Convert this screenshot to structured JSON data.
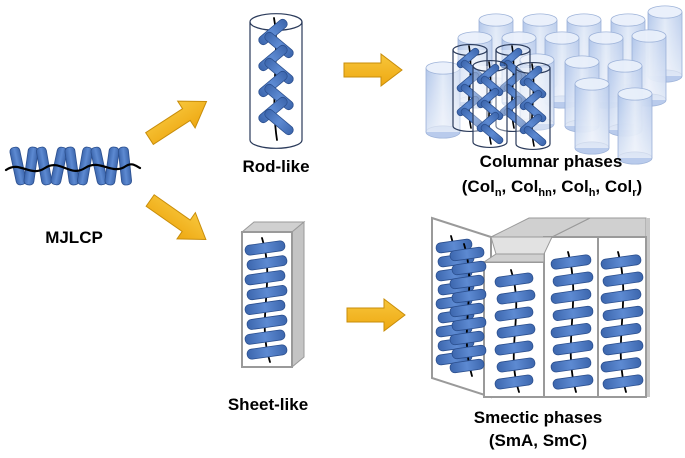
{
  "labels": {
    "mjlcp": "MJLCP",
    "rod_like": "Rod-like",
    "sheet_like": "Sheet-like",
    "columnar_title": "Columnar phases",
    "columnar_open": "(Col",
    "columnar_sub1": "n",
    "columnar_sep1": ", Col",
    "columnar_sub2": "hn",
    "columnar_sep2": ", Col",
    "columnar_sub3": "h",
    "columnar_sep3": ", Col",
    "columnar_sub4": "r",
    "columnar_close": ")",
    "smectic_title": "Smectic phases",
    "smectic_sub": "(SmA, SmC)"
  },
  "colors": {
    "mesogen_blue": "#4a78c0",
    "mesogen_edge": "#2b4f8e",
    "arrow_yellow": "#f2b21c",
    "arrow_edge": "#c88d0a",
    "cylinder_blue": "#c9d8f1",
    "box_gray": "#b8b8b8",
    "box_top": "#d0d0d0",
    "backbone": "#000000"
  },
  "icons": {
    "arrow": "right-arrow-icon",
    "rod": "mesogen-rod-icon",
    "cylinder": "cylinder-icon",
    "sheet": "rectangular-sheet-icon"
  }
}
